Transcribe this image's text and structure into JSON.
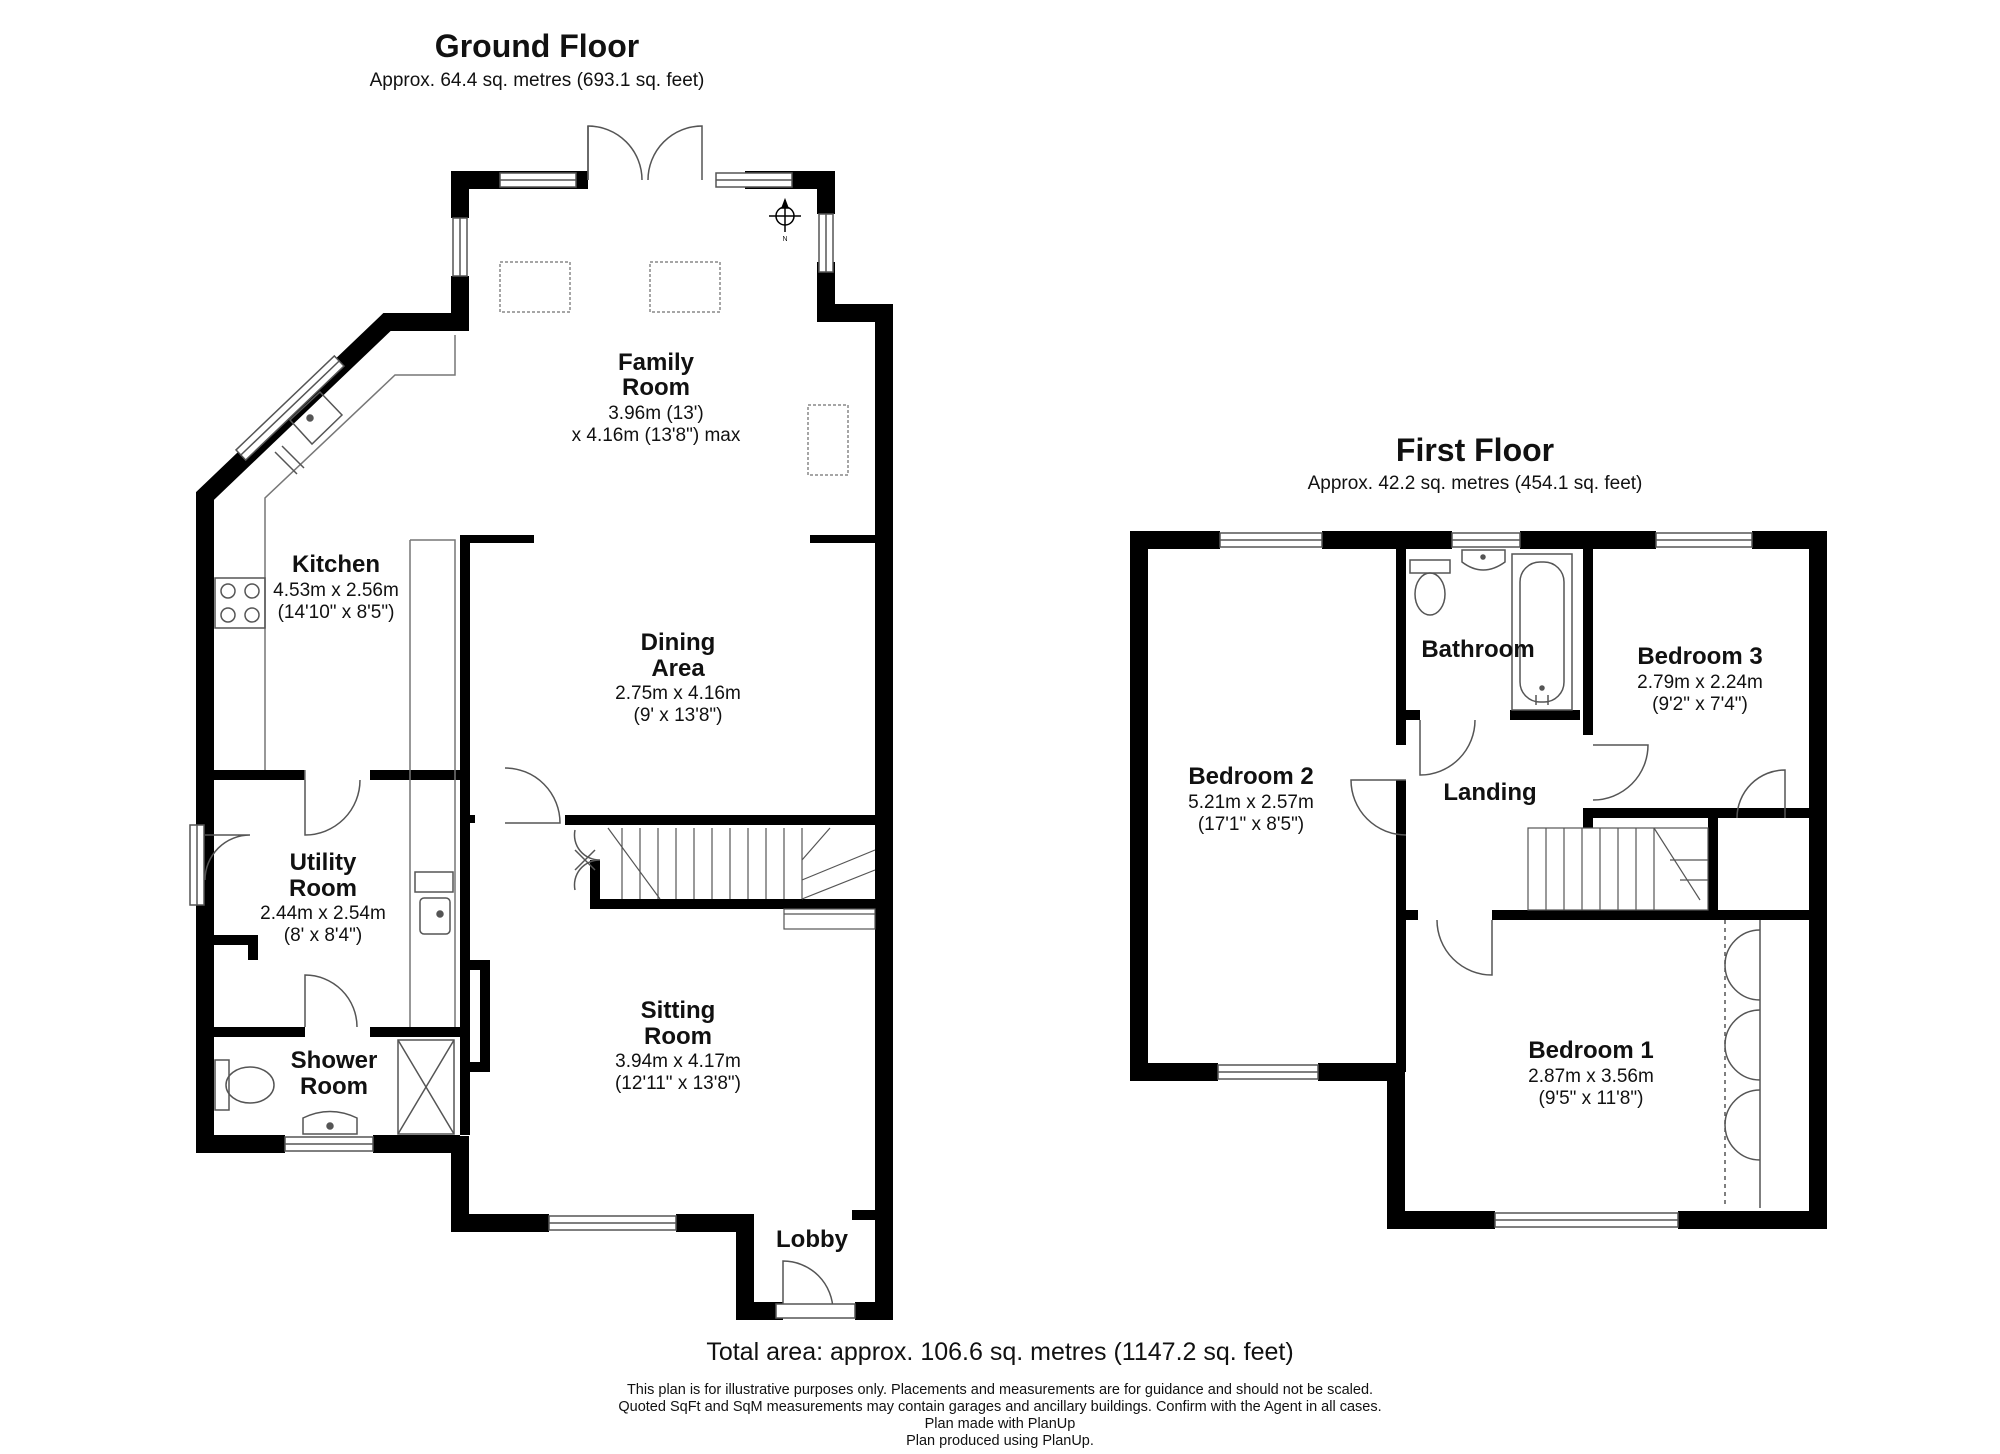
{
  "ground_floor": {
    "title": "Ground Floor",
    "area": "Approx. 64.4 sq. metres (693.1 sq. feet)",
    "rooms": {
      "family_room": {
        "name": [
          "Family",
          "Room"
        ],
        "dims": [
          "3.96m (13')",
          "x 4.16m (13'8\") max"
        ]
      },
      "kitchen": {
        "name": [
          "Kitchen"
        ],
        "dims": [
          "4.53m x 2.56m",
          "(14'10\" x 8'5\")"
        ]
      },
      "dining_area": {
        "name": [
          "Dining",
          "Area"
        ],
        "dims": [
          "2.75m x 4.16m",
          "(9' x 13'8\")"
        ]
      },
      "utility_room": {
        "name": [
          "Utility",
          "Room"
        ],
        "dims": [
          "2.44m x 2.54m",
          "(8' x 8'4\")"
        ]
      },
      "sitting_room": {
        "name": [
          "Sitting",
          "Room"
        ],
        "dims": [
          "3.94m x 4.17m",
          "(12'11\" x 13'8\")"
        ]
      },
      "shower_room": {
        "name": [
          "Shower",
          "Room"
        ],
        "dims": []
      },
      "lobby": {
        "name": [
          "Lobby"
        ],
        "dims": []
      }
    }
  },
  "first_floor": {
    "title": "First Floor",
    "area": "Approx. 42.2 sq. metres (454.1 sq. feet)",
    "rooms": {
      "bathroom": {
        "name": [
          "Bathroom"
        ],
        "dims": []
      },
      "bedroom_3": {
        "name": [
          "Bedroom 3"
        ],
        "dims": [
          "2.79m x 2.24m",
          "(9'2\" x 7'4\")"
        ]
      },
      "bedroom_2": {
        "name": [
          "Bedroom 2"
        ],
        "dims": [
          "5.21m x 2.57m",
          "(17'1\" x 8'5\")"
        ]
      },
      "landing": {
        "name": [
          "Landing"
        ],
        "dims": []
      },
      "bedroom_1": {
        "name": [
          "Bedroom 1"
        ],
        "dims": [
          "2.87m x 3.56m",
          "(9'5\" x 11'8\")"
        ]
      }
    }
  },
  "compass_label": "N",
  "footer": {
    "total_area": "Total area: approx. 106.6 sq. metres (1147.2 sq. feet)",
    "disclaimer_line1": "This plan is for illustrative purposes only. Placements and measurements are for guidance and should not be scaled.",
    "disclaimer_line2": "Quoted SqFt and SqM measurements may contain garages and ancillary buildings. Confirm with the Agent in all cases.",
    "credit_line1": "Plan made with PlanUp",
    "credit_line2": "Plan produced using PlanUp."
  }
}
